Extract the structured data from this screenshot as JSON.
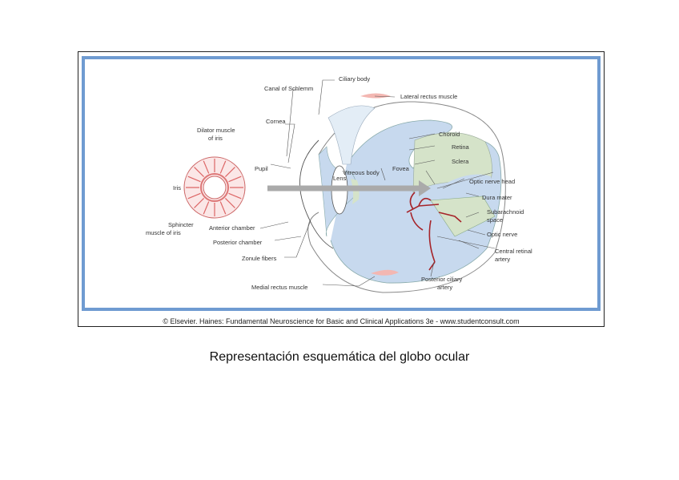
{
  "figure": {
    "labels": {
      "canal_of_schlemm": "Canal of Schlemm",
      "ciliary_body": "Ciliary body",
      "lateral_rectus": "Lateral rectus muscle",
      "cornea": "Cornea",
      "dilator": "Dilator muscle",
      "dilator2": "of iris",
      "choroid": "Choroid",
      "retina": "Retina",
      "sclera": "Sclera",
      "pupil": "Pupil",
      "lens": "Lens",
      "vitreous": "Vitreous body",
      "fovea": "Fovea",
      "optic_head": "Optic nerve head",
      "iris": "Iris",
      "dura": "Dura mater",
      "subarachnoid": "Subarachnoid",
      "subarachnoid2": "space",
      "sphincter": "Sphincter",
      "sphincter2": "muscle of iris",
      "anterior": "Anterior chamber",
      "optic_nerve": "Optic nerve",
      "posterior": "Posterior chamber",
      "central_retinal": "Central retinal",
      "central_retinal2": "artery",
      "zonule": "Zonule fibers",
      "posterior_ciliary": "Posterior ciliary",
      "posterior_ciliary2": "artery",
      "medial_rectus": "Medial rectus muscle"
    },
    "credit": "© Elsevier. Haines: Fundamental Neuroscience for Basic and Clinical Applications 3e - www.studentconsult.com"
  },
  "caption": "Representación esquemática del globo ocular"
}
